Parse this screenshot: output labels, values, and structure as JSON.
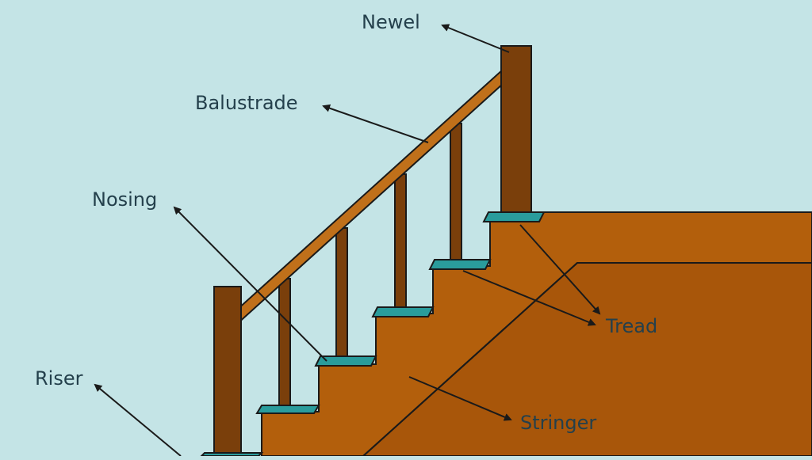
{
  "diagram": {
    "labels": {
      "newel": "Newel",
      "balustrade": "Balustrade",
      "nosing": "Nosing",
      "riser": "Riser",
      "tread": "Tread",
      "stringer": "Stringer"
    },
    "colors": {
      "background": "#c4e4e6",
      "wood_light": "#b35f0c",
      "wood_mid": "#a8560a",
      "wood_dark": "#7a3f0b",
      "nosing": "#2a9c9c",
      "outline": "#1a1a1a",
      "label": "#24404c"
    }
  }
}
